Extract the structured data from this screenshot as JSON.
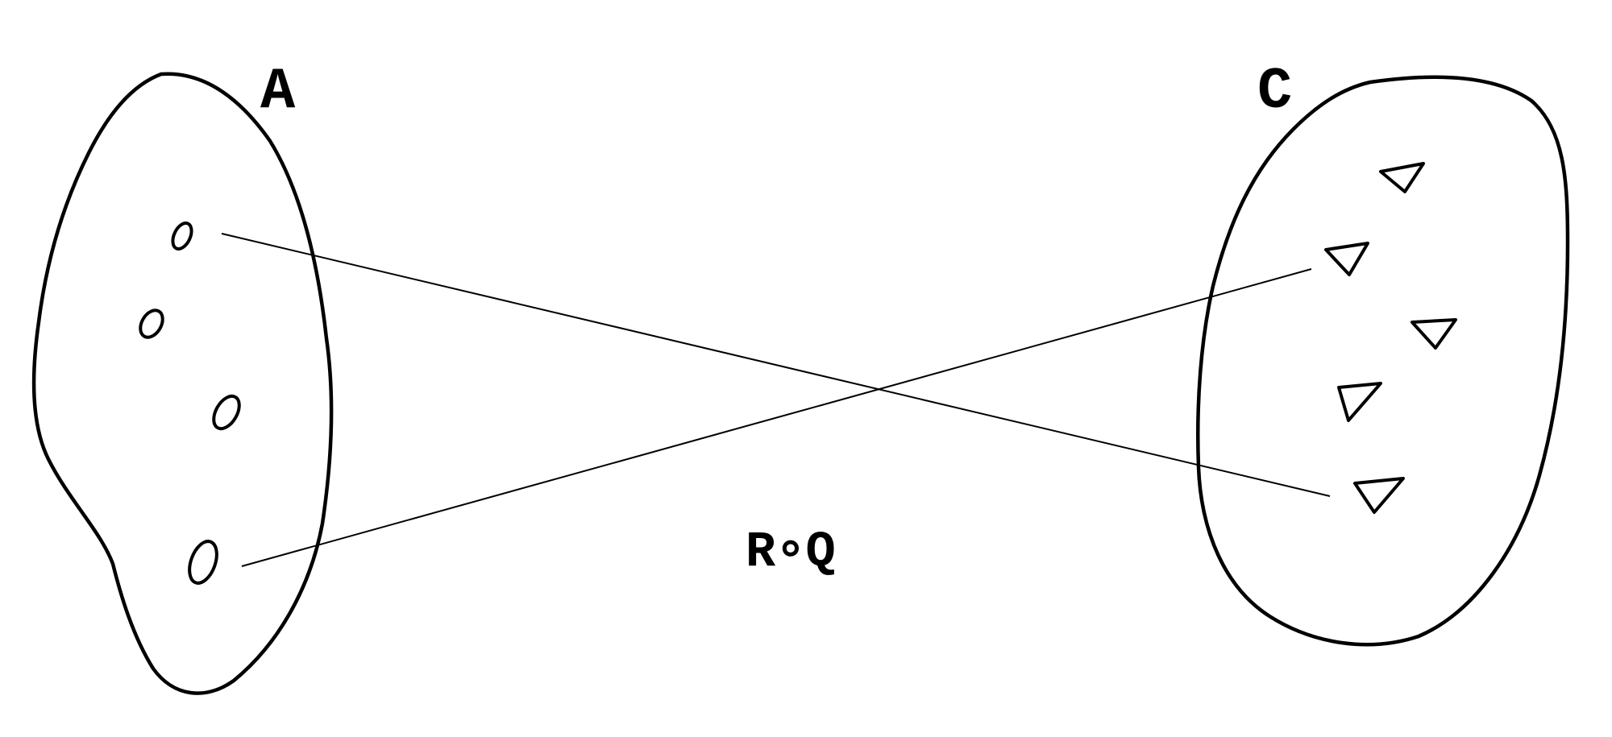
{
  "diagram": {
    "sets": [
      {
        "id": "A",
        "label": "A",
        "element_shape": "oval",
        "element_count": 4
      },
      {
        "id": "C",
        "label": "C",
        "element_shape": "triangle",
        "element_count": 5
      }
    ],
    "relation_label": "R∘Q",
    "mappings": [
      {
        "from_set": "A",
        "from_index": 0,
        "to_set": "C",
        "to_index": 4
      },
      {
        "from_set": "A",
        "from_index": 3,
        "to_set": "C",
        "to_index": 1
      }
    ],
    "colors": {
      "ink": "#000000",
      "background": "#ffffff"
    }
  }
}
